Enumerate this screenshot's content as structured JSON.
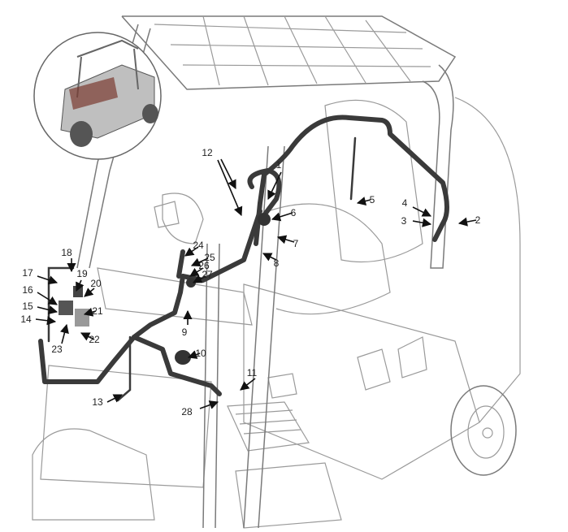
{
  "diagram": {
    "title": "Forklift electrical harness routing",
    "callouts": [
      "1",
      "2",
      "3",
      "4",
      "5",
      "6",
      "7",
      "8",
      "9",
      "10",
      "11",
      "12",
      "13",
      "14",
      "15",
      "16",
      "17",
      "18",
      "19",
      "20",
      "21",
      "22",
      "23",
      "24",
      "25",
      "26",
      "27",
      "28"
    ]
  }
}
